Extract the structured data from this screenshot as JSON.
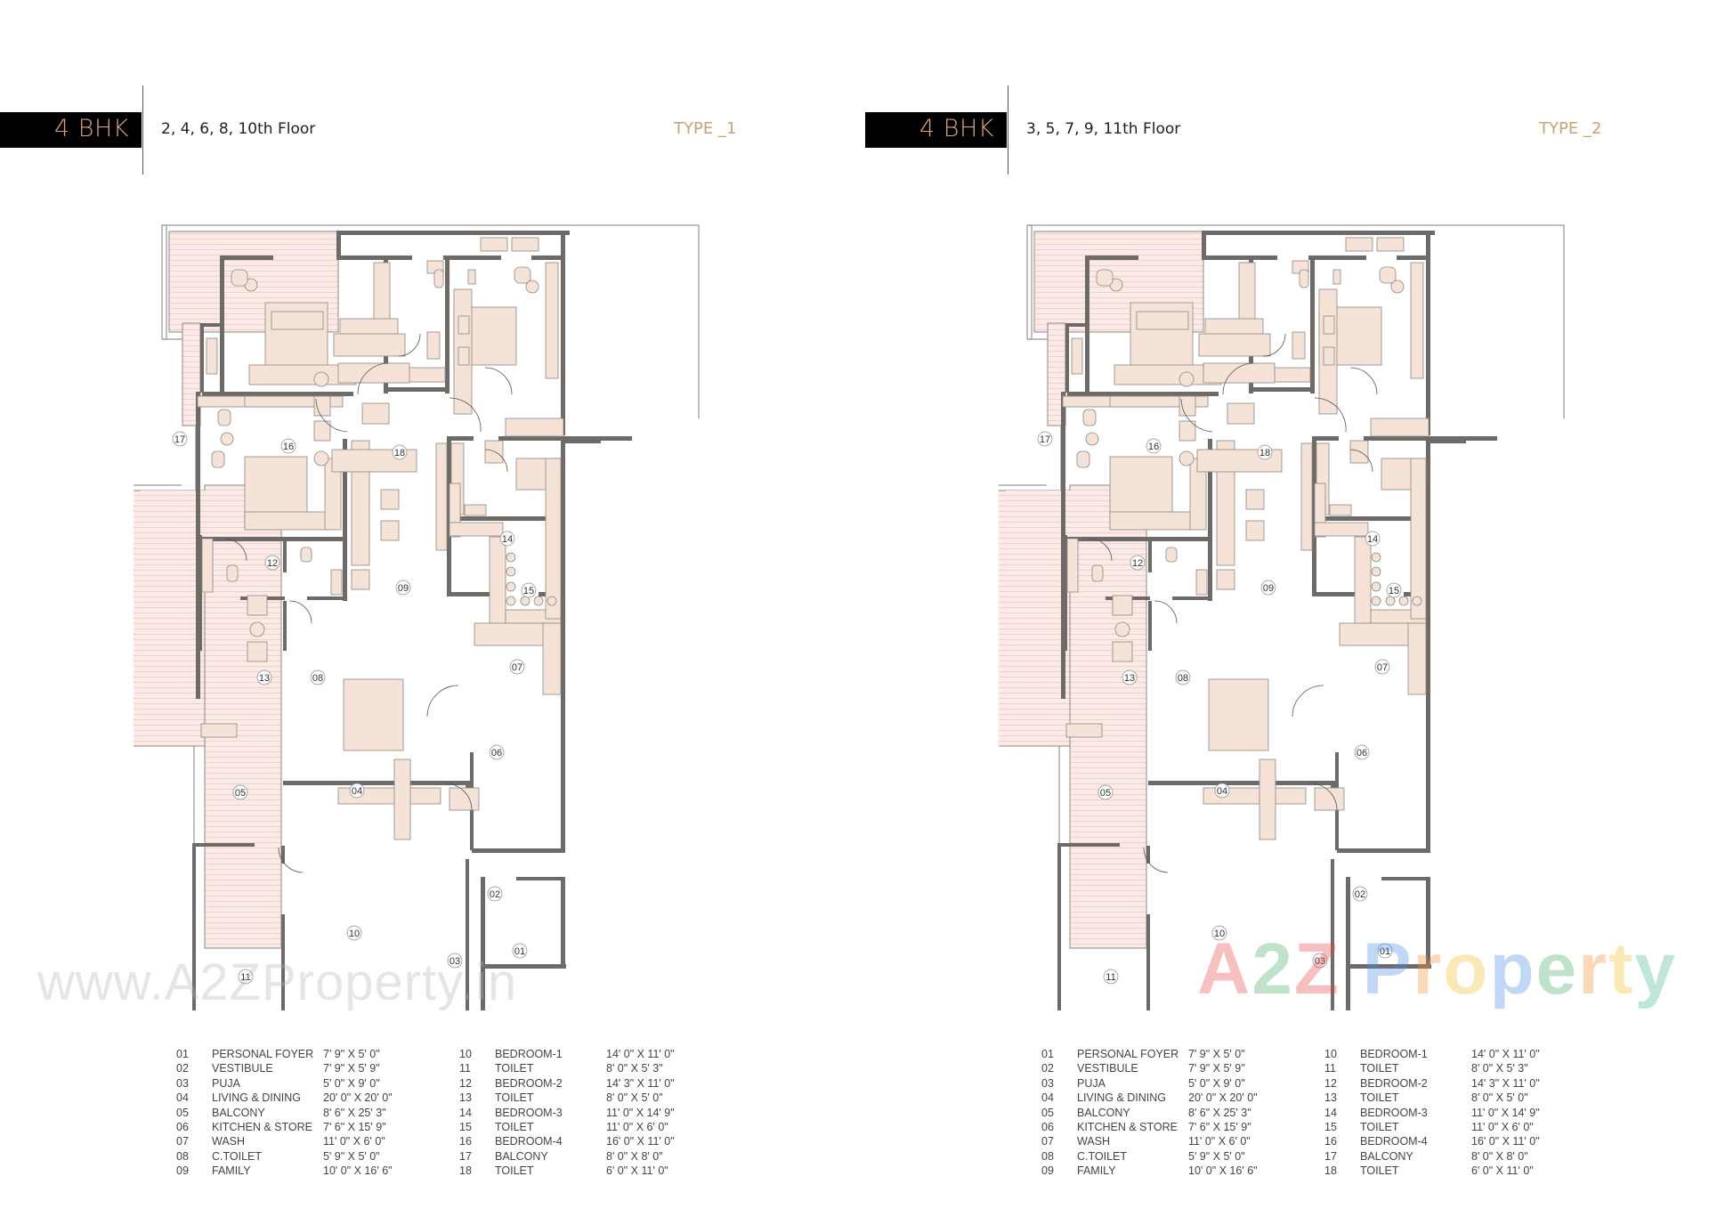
{
  "panels": [
    {
      "unit_type": "4 BHK",
      "floors": "2, 4, 6, 8, 10th Floor",
      "type_label": "TYPE _1"
    },
    {
      "unit_type": "4 BHK",
      "floors": "3, 5, 7, 9, 11th Floor",
      "type_label": "TYPE _2"
    }
  ],
  "rooms": [
    {
      "no": "01",
      "name": "PERSONAL FOYER",
      "size": "7' 9\" X 5' 0\""
    },
    {
      "no": "02",
      "name": "VESTIBULE",
      "size": "7' 9\" X 5' 9\""
    },
    {
      "no": "03",
      "name": "PUJA",
      "size": "5' 0\" X 9' 0\""
    },
    {
      "no": "04",
      "name": "LIVING & DINING",
      "size": "20' 0\" X 20' 0\""
    },
    {
      "no": "05",
      "name": "BALCONY",
      "size": "8' 6\" X 25' 3\""
    },
    {
      "no": "06",
      "name": "KITCHEN & STORE",
      "size": "7' 6\" X 15' 9\""
    },
    {
      "no": "07",
      "name": "WASH",
      "size": "11' 0\" X 6' 0\""
    },
    {
      "no": "08",
      "name": "C.TOILET",
      "size": "5' 9\" X 5' 0\""
    },
    {
      "no": "09",
      "name": "FAMILY",
      "size": "10' 0\" X 16' 6\""
    },
    {
      "no": "10",
      "name": "BEDROOM-1",
      "size": "14' 0\" X 11' 0\""
    },
    {
      "no": "11",
      "name": "TOILET",
      "size": "8' 0\" X 5' 3\""
    },
    {
      "no": "12",
      "name": "BEDROOM-2",
      "size": "14' 3\" X 11' 0\""
    },
    {
      "no": "13",
      "name": "TOILET",
      "size": "8' 0\" X 5' 0\""
    },
    {
      "no": "14",
      "name": "BEDROOM-3",
      "size": "11' 0\" X 14' 9\""
    },
    {
      "no": "15",
      "name": "TOILET",
      "size": "11' 0\" X 6' 0\""
    },
    {
      "no": "16",
      "name": "BEDROOM-4",
      "size": "16' 0\" X 11' 0\""
    },
    {
      "no": "17",
      "name": "BALCONY",
      "size": "8' 0\" X 8' 0\""
    },
    {
      "no": "18",
      "name": "TOILET",
      "size": "6' 0\" X 11' 0\""
    }
  ],
  "plan_labels": [
    "01",
    "02",
    "03",
    "04",
    "05",
    "06",
    "07",
    "08",
    "09",
    "10",
    "11",
    "12",
    "13",
    "14",
    "15",
    "16",
    "17",
    "18"
  ],
  "watermarks": {
    "left": "www.A2ZProperty.in",
    "right_letters": [
      "A",
      "2",
      "Z",
      " ",
      "P",
      "r",
      "o",
      "p",
      "e",
      "r",
      "t",
      "y"
    ],
    "right_colors": [
      "#e84c4c",
      "#4caf6a",
      "#e84c4c",
      "#ffffff",
      "#4d8ee8",
      "#f0953c",
      "#f2c230",
      "#4d8ee8",
      "#4caf6a",
      "#f0953c",
      "#f2c230",
      "#4cb89a"
    ]
  },
  "colors": {
    "header_bar": "#000000",
    "accent": "#d9a27c",
    "type_label": "#c9a27a",
    "wall": "#6e6a68",
    "furniture": "#f5e3d8",
    "balcony": "#f9e6e2"
  }
}
